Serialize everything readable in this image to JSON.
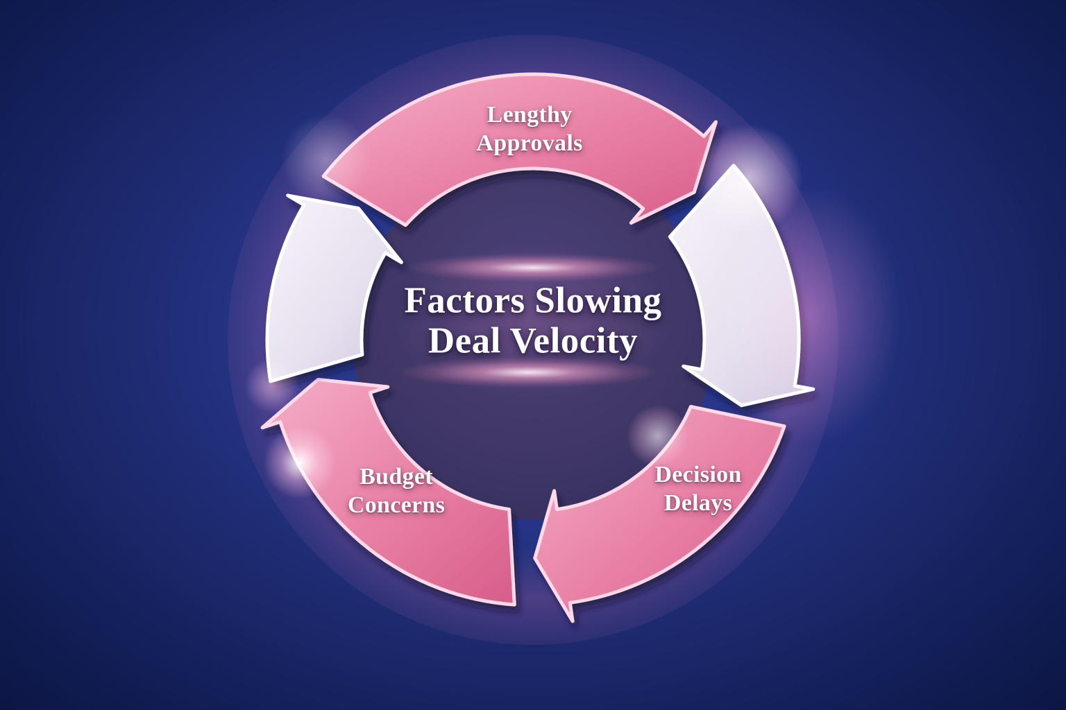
{
  "diagram": {
    "type": "cycle",
    "direction": "clockwise",
    "center_title": {
      "line1": "Factors Slowing",
      "line2": "Deal Velocity"
    },
    "segments": [
      {
        "label_line1": "Lengthy",
        "label_line2": "Approvals",
        "style": "pink"
      },
      {
        "label_line1": "",
        "label_line2": "",
        "style": "light"
      },
      {
        "label_line1": "Decision",
        "label_line2": "Delays",
        "style": "pink"
      },
      {
        "label_line1": "Budget",
        "label_line2": "Concerns",
        "style": "pink"
      },
      {
        "label_line1": "",
        "label_line2": "",
        "style": "light"
      }
    ],
    "colors": {
      "background_center": "#2e3f95",
      "background_edge": "#0c1643",
      "segment_pink_light": "#f5aec7",
      "segment_pink_dark": "#d75e8a",
      "segment_pink_border": "#ffd9e7",
      "segment_light_top": "#f8f4fa",
      "segment_light_bottom": "#cfc6dd",
      "segment_light_border": "#ffffff",
      "hub_top": "#332d5c",
      "hub_bottom": "#5a5280",
      "flare_pink": "#ff9fc6",
      "text": "#ffffff"
    }
  }
}
